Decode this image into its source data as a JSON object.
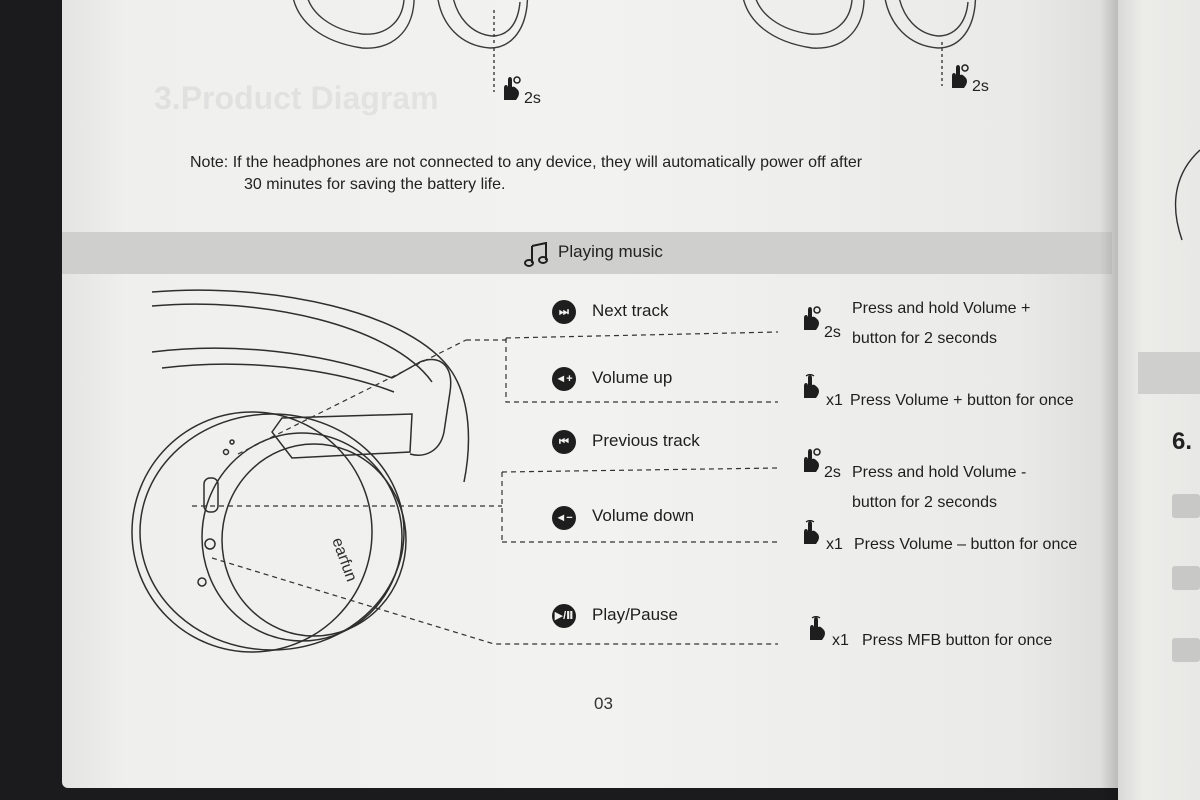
{
  "top_gestures": {
    "left_duration": "2s",
    "right_duration": "2s"
  },
  "note": {
    "line1": "Note:  If the headphones are not connected to any device, they will automatically power off after",
    "line2": "30 minutes for saving the battery life."
  },
  "section": {
    "title": "Playing music",
    "icon": "music-note-icon"
  },
  "headphone": {
    "brand_text": "earfun"
  },
  "functions": [
    {
      "label": "Next track",
      "icon_glyph": "⏭",
      "icon": "next-track-icon"
    },
    {
      "label": "Volume up",
      "icon_glyph": "◄+",
      "icon": "volume-up-icon"
    },
    {
      "label": "Previous track",
      "icon_glyph": "⏮",
      "icon": "previous-track-icon"
    },
    {
      "label": "Volume down",
      "icon_glyph": "◄−",
      "icon": "volume-down-icon"
    },
    {
      "label": "Play/Pause",
      "icon_glyph": "▶/Ⅱ",
      "icon": "play-pause-icon"
    }
  ],
  "instructions": [
    {
      "mult": "2s",
      "line1": "Press and hold Volume +",
      "line2": "button for 2 seconds"
    },
    {
      "mult": "x1",
      "line1": "Press Volume + button for once"
    },
    {
      "mult": "2s",
      "line1": "Press and hold Volume -",
      "line2": "button for 2 seconds"
    },
    {
      "mult": "x1",
      "line1": "Press Volume – button for once"
    },
    {
      "mult": "x1",
      "line1": "Press MFB button for once"
    }
  ],
  "page_number": "03",
  "right_page": {
    "heading": "6."
  },
  "colors": {
    "ink": "#1e1e1e",
    "band": "#cfcfcd",
    "paper": "#f2f2f0"
  }
}
